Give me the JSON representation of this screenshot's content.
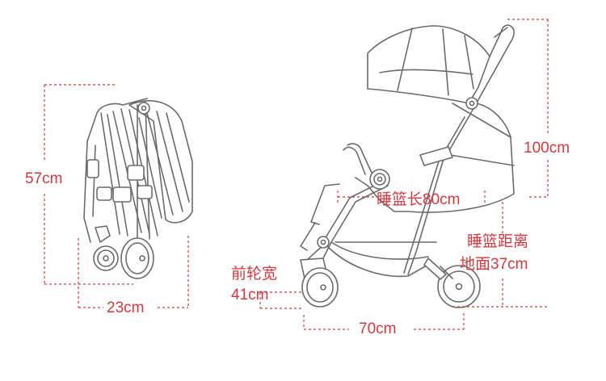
{
  "colors": {
    "dimension": "#d9363e",
    "drawing": "#6b6b6b",
    "canopy_fill": "#ffffff"
  },
  "folded_stroller": {
    "height_label": "57cm",
    "width_label": "23cm"
  },
  "open_stroller": {
    "total_height_label": "100cm",
    "basket_length_label": "睡篮长80cm",
    "basket_ground_line1": "睡篮距离",
    "basket_ground_line2": "地面37cm",
    "front_wheel_line1": "前轮宽",
    "front_wheel_line2": "41cm",
    "length_label": "70cm"
  }
}
